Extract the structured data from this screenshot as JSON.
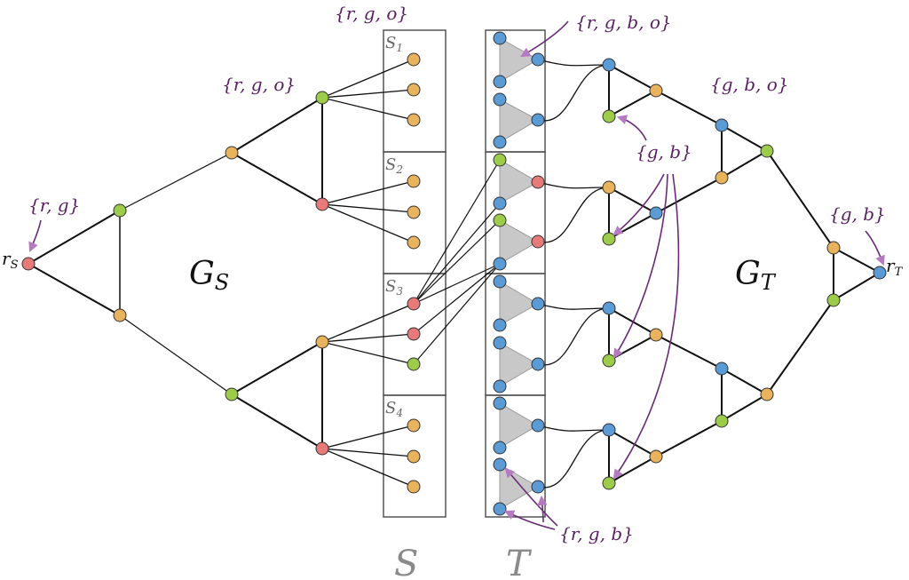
{
  "colors": {
    "r": "#e87a7a",
    "g": "#9ccc4a",
    "o": "#e9b25c",
    "b": "#5a9bd5",
    "annotation": "#5a1f63"
  },
  "labels": {
    "graph_s": "G",
    "graph_s_sub": "S",
    "graph_t": "G",
    "graph_t_sub": "T",
    "root_s": "r",
    "root_s_sub": "S",
    "root_t": "r",
    "root_t_sub": "T",
    "set_s": "S",
    "set_t": "T",
    "box_s1": "S",
    "box_s1_sub": "1",
    "box_s2": "S",
    "box_s2_sub": "2",
    "box_s3": "S",
    "box_s3_sub": "3",
    "box_s4": "S",
    "box_s4_sub": "4"
  },
  "annotations": {
    "ann_rg": "{r, g}",
    "ann_rgo_left": "{r, g, o}",
    "ann_rgo_top": "{r, g, o}",
    "ann_rgbo": "{r, g, b, o}",
    "ann_gbo": "{g, b, o}",
    "ann_gb_mid": "{g, b}",
    "ann_gb_right": "{g, b}",
    "ann_rgb": "{r, g, b}"
  },
  "nodes": [
    {
      "id": "rs",
      "c": "r"
    },
    {
      "id": "ls1",
      "c": "g"
    },
    {
      "id": "ls2",
      "c": "o"
    },
    {
      "id": "ga",
      "c": "o"
    },
    {
      "id": "gb",
      "c": "g"
    },
    {
      "id": "h1",
      "c": "g"
    },
    {
      "id": "h2",
      "c": "r"
    },
    {
      "id": "h3",
      "c": "o"
    },
    {
      "id": "h4",
      "c": "r"
    },
    {
      "id": "s1a",
      "c": "o"
    },
    {
      "id": "s1b",
      "c": "o"
    },
    {
      "id": "s1c",
      "c": "o"
    },
    {
      "id": "s2a",
      "c": "o"
    },
    {
      "id": "s2b",
      "c": "o"
    },
    {
      "id": "s2c",
      "c": "o"
    },
    {
      "id": "s3a",
      "c": "r"
    },
    {
      "id": "s3b",
      "c": "r"
    },
    {
      "id": "s3c",
      "c": "g"
    },
    {
      "id": "s4a",
      "c": "o"
    },
    {
      "id": "s4b",
      "c": "o"
    },
    {
      "id": "s4c",
      "c": "o"
    },
    {
      "id": "t1a",
      "c": "b"
    },
    {
      "id": "t1b",
      "c": "b"
    },
    {
      "id": "t1c",
      "c": "b"
    },
    {
      "id": "t1d",
      "c": "b"
    },
    {
      "id": "t1x",
      "c": "b"
    },
    {
      "id": "t1y",
      "c": "b"
    },
    {
      "id": "t2a",
      "c": "g"
    },
    {
      "id": "t2b",
      "c": "b"
    },
    {
      "id": "t2c",
      "c": "g"
    },
    {
      "id": "t2d",
      "c": "b"
    },
    {
      "id": "t2x",
      "c": "r"
    },
    {
      "id": "t2y",
      "c": "r"
    },
    {
      "id": "t3a",
      "c": "b"
    },
    {
      "id": "t3b",
      "c": "b"
    },
    {
      "id": "t3c",
      "c": "b"
    },
    {
      "id": "t3d",
      "c": "b"
    },
    {
      "id": "t3x",
      "c": "b"
    },
    {
      "id": "t3y",
      "c": "b"
    },
    {
      "id": "t4a",
      "c": "b"
    },
    {
      "id": "t4b",
      "c": "b"
    },
    {
      "id": "t4c",
      "c": "b"
    },
    {
      "id": "t4d",
      "c": "b"
    },
    {
      "id": "t4x",
      "c": "b"
    },
    {
      "id": "t4y",
      "c": "b"
    },
    {
      "id": "u1",
      "c": "b"
    },
    {
      "id": "u1r",
      "c": "o"
    },
    {
      "id": "u1g",
      "c": "g"
    },
    {
      "id": "u2",
      "c": "o"
    },
    {
      "id": "u2r",
      "c": "b"
    },
    {
      "id": "u2g",
      "c": "g"
    },
    {
      "id": "u3",
      "c": "b"
    },
    {
      "id": "u3r",
      "c": "o"
    },
    {
      "id": "u3g",
      "c": "g"
    },
    {
      "id": "u4",
      "c": "b"
    },
    {
      "id": "u4r",
      "c": "o"
    },
    {
      "id": "u4g",
      "c": "g"
    },
    {
      "id": "pa_t",
      "c": "b"
    },
    {
      "id": "pa_b",
      "c": "o"
    },
    {
      "id": "pb_t",
      "c": "b"
    },
    {
      "id": "pb_b",
      "c": "g"
    },
    {
      "id": "qa",
      "c": "g"
    },
    {
      "id": "qb",
      "c": "o"
    },
    {
      "id": "ra",
      "c": "o"
    },
    {
      "id": "rb",
      "c": "g"
    },
    {
      "id": "rt",
      "c": "b"
    }
  ],
  "edges": [
    [
      "rs",
      "ls1",
      2
    ],
    [
      "rs",
      "ls2",
      2
    ],
    [
      "ls1",
      "ls2",
      1.5
    ],
    [
      "ls1",
      "ga",
      1.2
    ],
    [
      "ls2",
      "gb",
      1.2
    ],
    [
      "ga",
      "h1",
      2
    ],
    [
      "ga",
      "h2",
      2
    ],
    [
      "h1",
      "h2",
      2
    ],
    [
      "gb",
      "h3",
      2
    ],
    [
      "gb",
      "h4",
      2
    ],
    [
      "h3",
      "h4",
      2
    ],
    [
      "h1",
      "s1a",
      1.3
    ],
    [
      "h1",
      "s1b",
      1.3
    ],
    [
      "h1",
      "s1c",
      1.3
    ],
    [
      "h2",
      "s2a",
      1.3
    ],
    [
      "h2",
      "s2b",
      1.3
    ],
    [
      "h2",
      "s2c",
      1.3
    ],
    [
      "h3",
      "s3a",
      1.3
    ],
    [
      "h3",
      "s3b",
      1.3
    ],
    [
      "h3",
      "s3c",
      1.3
    ],
    [
      "h4",
      "s4a",
      1.3
    ],
    [
      "h4",
      "s4b",
      1.3
    ],
    [
      "h4",
      "s4c",
      1.3
    ],
    [
      "s3a",
      "t2a",
      1.2
    ],
    [
      "s3a",
      "t2b",
      1.2
    ],
    [
      "s3a",
      "t2c",
      1.2
    ],
    [
      "s3a",
      "t2d",
      1.2
    ],
    [
      "s3b",
      "t2d",
      1.2
    ],
    [
      "s3c",
      "t2d",
      1.2
    ],
    [
      "u1",
      "u1r",
      2
    ],
    [
      "u1",
      "u1g",
      2
    ],
    [
      "u1r",
      "u1g",
      2
    ],
    [
      "u2",
      "u2r",
      2
    ],
    [
      "u2",
      "u2g",
      2
    ],
    [
      "u2r",
      "u2g",
      2
    ],
    [
      "u3",
      "u3r",
      2
    ],
    [
      "u3",
      "u3g",
      2
    ],
    [
      "u3r",
      "u3g",
      2
    ],
    [
      "u4",
      "u4r",
      2
    ],
    [
      "u4",
      "u4g",
      2
    ],
    [
      "u4r",
      "u4g",
      2
    ],
    [
      "u1r",
      "pa_t",
      2
    ],
    [
      "u2r",
      "pa_b",
      2
    ],
    [
      "pa_t",
      "pa_b",
      2
    ],
    [
      "u3r",
      "pb_t",
      2
    ],
    [
      "u4r",
      "pb_b",
      2
    ],
    [
      "pb_t",
      "pb_b",
      2
    ],
    [
      "pa_t",
      "qa",
      2
    ],
    [
      "pa_b",
      "qa",
      2
    ],
    [
      "pb_t",
      "qb",
      2
    ],
    [
      "pb_b",
      "qb",
      2
    ],
    [
      "qa",
      "ra",
      2
    ],
    [
      "qb",
      "rb",
      2
    ],
    [
      "ra",
      "rb",
      2
    ],
    [
      "ra",
      "rt",
      2
    ],
    [
      "rb",
      "rt",
      2
    ]
  ],
  "curves": [
    [
      "t1x",
      "u1"
    ],
    [
      "t1y",
      "u1"
    ],
    [
      "t2x",
      "u2"
    ],
    [
      "t2y",
      "u2"
    ],
    [
      "t3x",
      "u3"
    ],
    [
      "t3y",
      "u3"
    ],
    [
      "t4x",
      "u4"
    ],
    [
      "t4y",
      "u4"
    ]
  ]
}
